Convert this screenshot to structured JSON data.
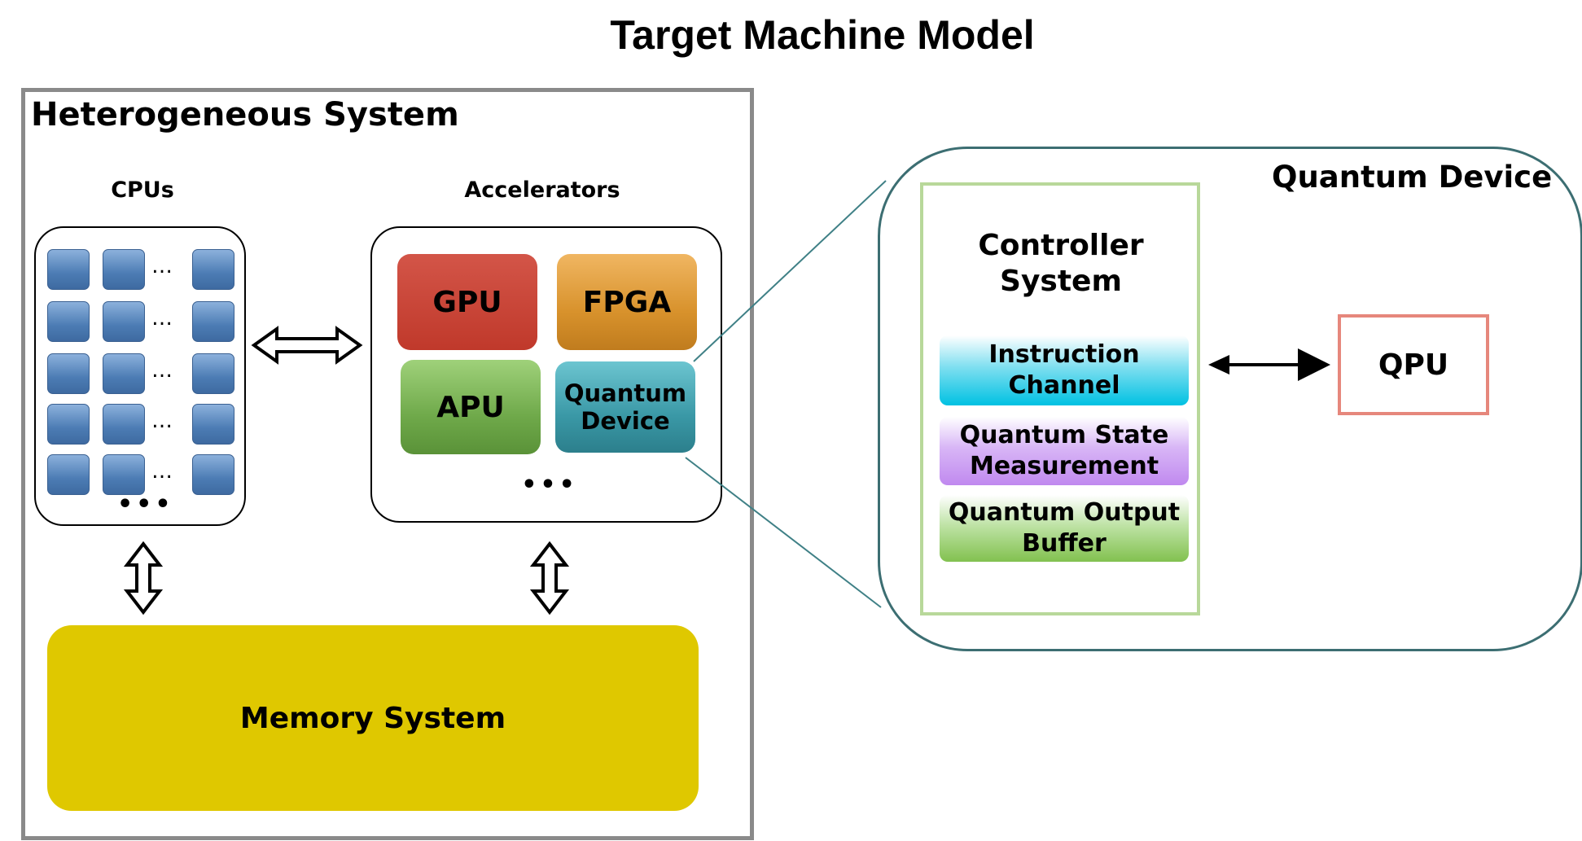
{
  "title": "Target Machine Model",
  "heterogeneous_system": {
    "title": "Heterogeneous System",
    "cpus": {
      "label": "CPUs",
      "row_ellipsis": "…",
      "bottom_ellipsis": "•••"
    },
    "accelerators": {
      "label": "Accelerators",
      "items": [
        "GPU",
        "FPGA",
        "APU",
        "Quantum Device"
      ],
      "ellipsis": "•••"
    },
    "memory": "Memory System"
  },
  "quantum_device": {
    "title": "Quantum Device",
    "controller": {
      "title": "Controller System",
      "components": [
        "Instruction Channel",
        "Quantum State Measurement",
        "Quantum Output Buffer"
      ]
    },
    "qpu": "QPU"
  },
  "colors": {
    "gpu": "#c9463a",
    "fpga": "#e0a13f",
    "apu": "#78b152",
    "quantum_device": "#3a98a6",
    "memory": "#dfc800",
    "instruction_channel": "#00c1e2",
    "state_measurement": "#c089ef",
    "output_buffer": "#82c14f",
    "qpu_border": "#e6877c",
    "controller_border": "#b8d89a"
  }
}
